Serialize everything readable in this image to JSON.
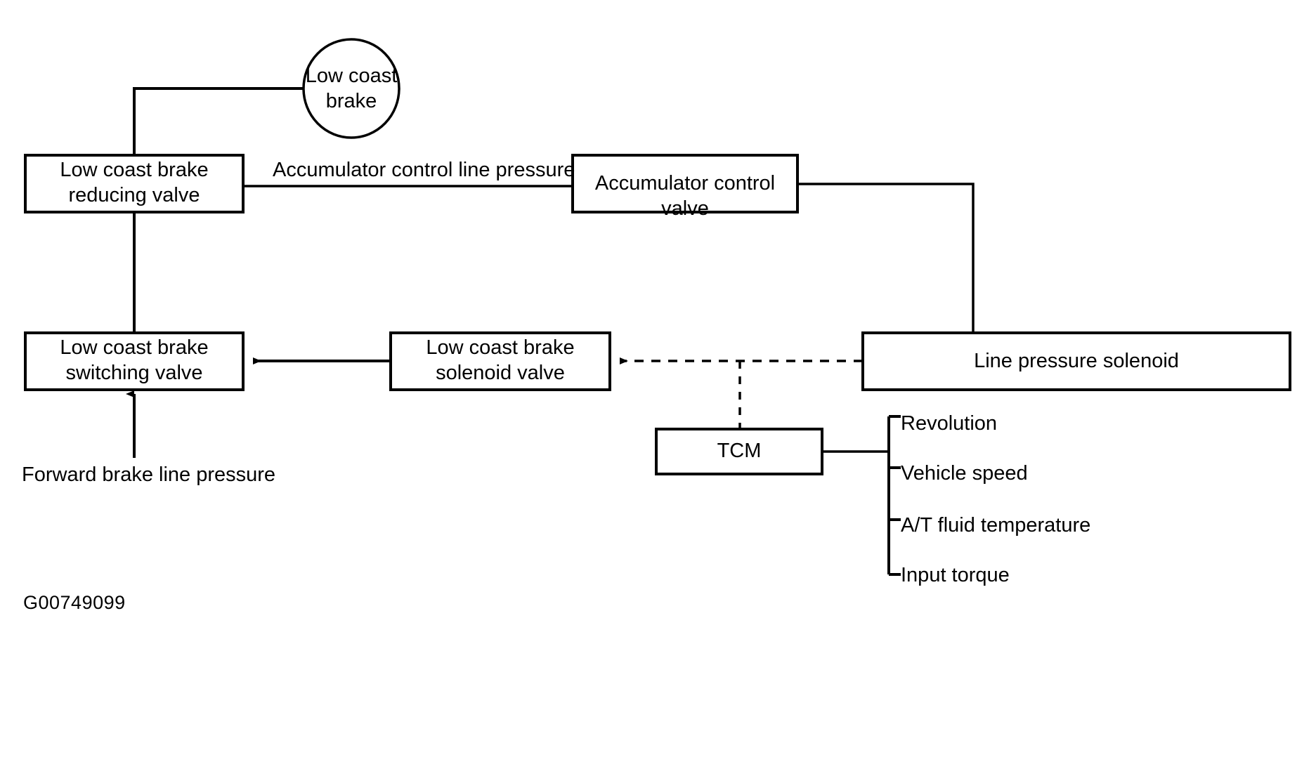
{
  "diagram": {
    "id_code": "G00749099",
    "nodes": [
      {
        "key": "low_coast_brake",
        "label": "Low coast\nbrake",
        "shape": "ellipse"
      },
      {
        "key": "reducing_valve",
        "label": "Low coast brake\nreducing valve",
        "shape": "rect"
      },
      {
        "key": "accumulator_control_valve",
        "label": "Accumulator control valve",
        "shape": "rect"
      },
      {
        "key": "switching_valve",
        "label": "Low coast brake\nswitching valve",
        "shape": "rect"
      },
      {
        "key": "solenoid_valve",
        "label": "Low coast brake\nsolenoid valve",
        "shape": "rect"
      },
      {
        "key": "line_pressure_solenoid",
        "label": "Line pressure solenoid",
        "shape": "rect"
      },
      {
        "key": "tcm",
        "label": "TCM",
        "shape": "rect"
      }
    ],
    "edge_labels": [
      {
        "key": "accumulator_line",
        "text": "Accumulator control line pressure"
      },
      {
        "key": "forward_brake",
        "text": "Forward brake line pressure"
      }
    ],
    "inputs": [
      {
        "key": "revolution",
        "text": "Revolution"
      },
      {
        "key": "vehicle_speed",
        "text": "Vehicle speed"
      },
      {
        "key": "at_fluid_temperature",
        "text": "A/T fluid temperature"
      },
      {
        "key": "input_torque",
        "text": "Input torque"
      }
    ],
    "colors": {
      "stroke": "#000000",
      "background": "#ffffff",
      "text": "#000000"
    }
  }
}
